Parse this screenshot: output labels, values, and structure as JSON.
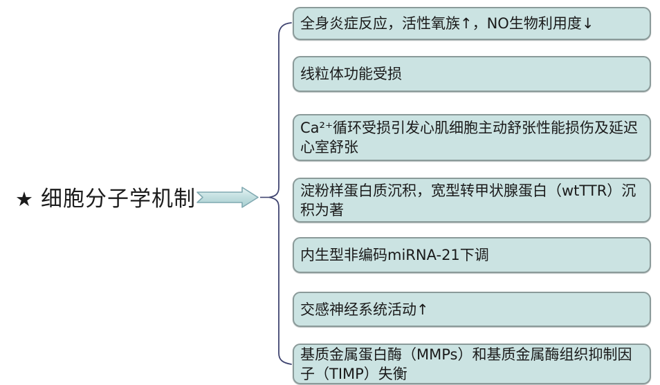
{
  "diagram": {
    "title": {
      "star": "★",
      "label": "细胞分子学机制"
    },
    "branches": [
      {
        "label": "全身炎症反应，活性氧族↑，NO生物利用度↓"
      },
      {
        "label": "线粒体功能受损"
      },
      {
        "label": "Ca²⁺循环受损引发心肌细胞主动舒张性能损伤及延迟心室舒张"
      },
      {
        "label": "淀粉样蛋白质沉积，宽型转甲状腺蛋白（wtTTR）沉积为著"
      },
      {
        "label": "内生型非编码miRNA-21下调"
      },
      {
        "label": "交感神经系统活动↑"
      },
      {
        "label": "基质金属蛋白酶（MMPs）和基质金属酶组织抑制因子（TIMP）失衡"
      }
    ],
    "colors": {
      "box_fill": "#cbe3e2",
      "box_border": "#8a9a99",
      "brace_line": "#3f4470",
      "arrow_fill_light": "#e9f5f5",
      "arrow_fill_dark": "#a9cfd1",
      "arrow_stroke": "#7fa8b0",
      "text": "#1a1a1a"
    }
  }
}
